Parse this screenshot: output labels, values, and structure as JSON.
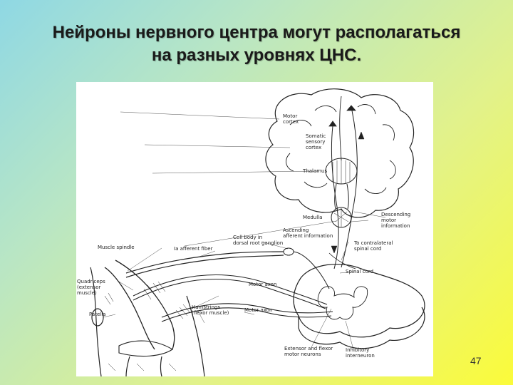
{
  "slide": {
    "title_line1": "Нейроны нервного центра могут располагаться",
    "title_line2": "на разных уровнях ЦНС.",
    "page_number": "47"
  },
  "figure": {
    "labels": {
      "motor_cortex": "Motor\ncortex",
      "somatic_sensory_cortex": "Somatic\nsensory\ncortex",
      "thalamus": "Thalamus",
      "medulla": "Medulla",
      "descending_motor_information": "Descending\nmotor\ninformation",
      "ascending_afferent_information": "Ascending\nafferent information",
      "cell_body_dorsal_root_ganglion": "Cell body in\ndorsal root ganglion",
      "to_contralateral_spinal_cord": "To contralateral\nspinal cord",
      "muscle_spindle": "Muscle spindle",
      "ia_afferent_fiber": "Ia afferent fiber",
      "quadriceps": "Quadriceps\n(extensor\nmuscle)",
      "spinal_cord": "Spinal cord",
      "motor_axon_upper": "Motor axon",
      "hamstrings": "Hamstrings\n(flexor muscle)",
      "motor_axon_lower": "Motor axon",
      "patella": "Patella",
      "extensor_flexor_motor_neurons": "Extensor and flexor\nmotor neurons",
      "inhibitory_interneuron": "Inhibitory\ninterneuron"
    }
  }
}
